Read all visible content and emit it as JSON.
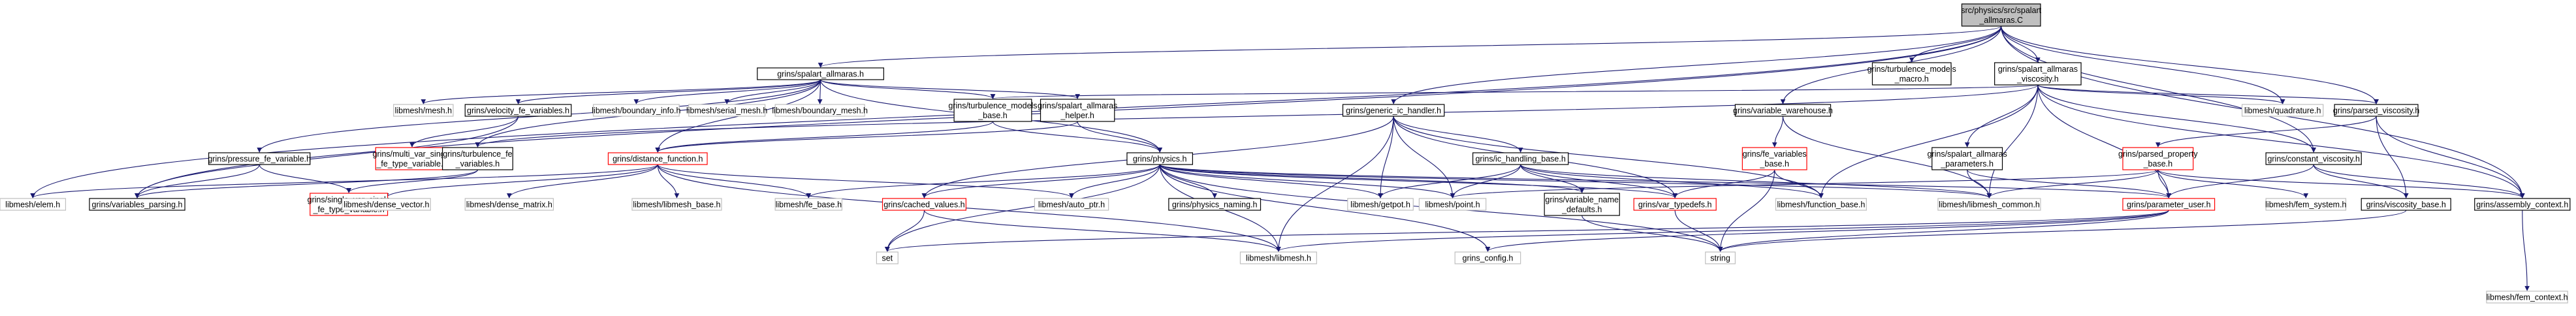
{
  "graph": {
    "nodes": [
      {
        "id": "root",
        "lines": [
          "src/physics/src/spalart",
          "_allmaras.C"
        ],
        "style": "root"
      },
      {
        "id": "spalart_allmaras_h",
        "lines": [
          "grins/spalart_allmaras.h"
        ],
        "style": "black"
      },
      {
        "id": "turbulence_models_macro",
        "lines": [
          "grins/turbulence_models",
          "_macro.h"
        ],
        "style": "black"
      },
      {
        "id": "spalart_allmaras_viscosity",
        "lines": [
          "grins/spalart_allmaras",
          "_viscosity.h"
        ],
        "style": "black"
      },
      {
        "id": "mesh_h",
        "lines": [
          "libmesh/mesh.h"
        ],
        "style": "gray"
      },
      {
        "id": "velocity_fe_variables",
        "lines": [
          "grins/velocity_fe_variables.h"
        ],
        "style": "black"
      },
      {
        "id": "boundary_info",
        "lines": [
          "libmesh/boundary_info.h"
        ],
        "style": "gray"
      },
      {
        "id": "serial_mesh",
        "lines": [
          "libmesh/serial_mesh.h"
        ],
        "style": "gray"
      },
      {
        "id": "boundary_mesh",
        "lines": [
          "libmesh/boundary_mesh.h"
        ],
        "style": "gray"
      },
      {
        "id": "turbulence_models_base",
        "lines": [
          "grins/turbulence_models",
          "_base.h"
        ],
        "style": "black"
      },
      {
        "id": "spalart_allmaras_helper",
        "lines": [
          "grins/spalart_allmaras",
          "_helper.h"
        ],
        "style": "black"
      },
      {
        "id": "generic_ic_handler",
        "lines": [
          "grins/generic_ic_handler.h"
        ],
        "style": "black"
      },
      {
        "id": "variable_warehouse",
        "lines": [
          "grins/variable_warehouse.h"
        ],
        "style": "black"
      },
      {
        "id": "quadrature",
        "lines": [
          "libmesh/quadrature.h"
        ],
        "style": "gray"
      },
      {
        "id": "parsed_viscosity",
        "lines": [
          "grins/parsed_viscosity.h"
        ],
        "style": "black"
      },
      {
        "id": "pressure_fe_variable",
        "lines": [
          "grins/pressure_fe_variable.h"
        ],
        "style": "black"
      },
      {
        "id": "multi_var_single",
        "lines": [
          "grins/multi_var_single",
          "_fe_type_variable.h"
        ],
        "style": "red"
      },
      {
        "id": "turbulence_fe_variables",
        "lines": [
          "grins/turbulence_fe",
          "_variables.h"
        ],
        "style": "black"
      },
      {
        "id": "distance_function",
        "lines": [
          "grins/distance_function.h"
        ],
        "style": "red"
      },
      {
        "id": "physics_h",
        "lines": [
          "grins/physics.h"
        ],
        "style": "black"
      },
      {
        "id": "ic_handling_base",
        "lines": [
          "grins/ic_handling_base.h"
        ],
        "style": "black"
      },
      {
        "id": "fe_variables_base",
        "lines": [
          "grins/fe_variables",
          "_base.h"
        ],
        "style": "red"
      },
      {
        "id": "spalart_allmaras_parameters",
        "lines": [
          "grins/spalart_allmaras",
          "_parameters.h"
        ],
        "style": "black"
      },
      {
        "id": "parsed_property_base",
        "lines": [
          "grins/parsed_property",
          "_base.h"
        ],
        "style": "red"
      },
      {
        "id": "constant_viscosity",
        "lines": [
          "grins/constant_viscosity.h"
        ],
        "style": "black"
      },
      {
        "id": "elem_h",
        "lines": [
          "libmesh/elem.h"
        ],
        "style": "gray"
      },
      {
        "id": "variables_parsing",
        "lines": [
          "grins/variables_parsing.h"
        ],
        "style": "black"
      },
      {
        "id": "single_var_single",
        "lines": [
          "grins/single_var_single",
          "_fe_type_variable.h"
        ],
        "style": "red"
      },
      {
        "id": "dense_vector",
        "lines": [
          "libmesh/dense_vector.h"
        ],
        "style": "gray"
      },
      {
        "id": "dense_matrix",
        "lines": [
          "libmesh/dense_matrix.h"
        ],
        "style": "gray"
      },
      {
        "id": "libmesh_base",
        "lines": [
          "libmesh/libmesh_base.h"
        ],
        "style": "gray"
      },
      {
        "id": "fe_base",
        "lines": [
          "libmesh/fe_base.h"
        ],
        "style": "gray"
      },
      {
        "id": "cached_values",
        "lines": [
          "grins/cached_values.h"
        ],
        "style": "red"
      },
      {
        "id": "auto_ptr",
        "lines": [
          "libmesh/auto_ptr.h"
        ],
        "style": "gray"
      },
      {
        "id": "physics_naming",
        "lines": [
          "grins/physics_naming.h"
        ],
        "style": "black"
      },
      {
        "id": "getpot",
        "lines": [
          "libmesh/getpot.h"
        ],
        "style": "gray"
      },
      {
        "id": "point_h",
        "lines": [
          "libmesh/point.h"
        ],
        "style": "gray"
      },
      {
        "id": "variable_name_defaults",
        "lines": [
          "grins/variable_name",
          "_defaults.h"
        ],
        "style": "black"
      },
      {
        "id": "var_typedefs",
        "lines": [
          "grins/var_typedefs.h"
        ],
        "style": "red"
      },
      {
        "id": "function_base",
        "lines": [
          "libmesh/function_base.h"
        ],
        "style": "gray"
      },
      {
        "id": "libmesh_common",
        "lines": [
          "libmesh/libmesh_common.h"
        ],
        "style": "gray"
      },
      {
        "id": "parameter_user",
        "lines": [
          "grins/parameter_user.h"
        ],
        "style": "red"
      },
      {
        "id": "fem_system",
        "lines": [
          "libmesh/fem_system.h"
        ],
        "style": "gray"
      },
      {
        "id": "viscosity_base",
        "lines": [
          "grins/viscosity_base.h"
        ],
        "style": "black"
      },
      {
        "id": "assembly_context",
        "lines": [
          "grins/assembly_context.h"
        ],
        "style": "black"
      },
      {
        "id": "set_h",
        "lines": [
          "set"
        ],
        "style": "gray"
      },
      {
        "id": "libmesh_h",
        "lines": [
          "libmesh/libmesh.h"
        ],
        "style": "gray"
      },
      {
        "id": "grins_config",
        "lines": [
          "grins_config.h"
        ],
        "style": "gray"
      },
      {
        "id": "string_h",
        "lines": [
          "string"
        ],
        "style": "gray"
      },
      {
        "id": "fem_context",
        "lines": [
          "libmesh/fem_context.h"
        ],
        "style": "gray"
      }
    ]
  }
}
